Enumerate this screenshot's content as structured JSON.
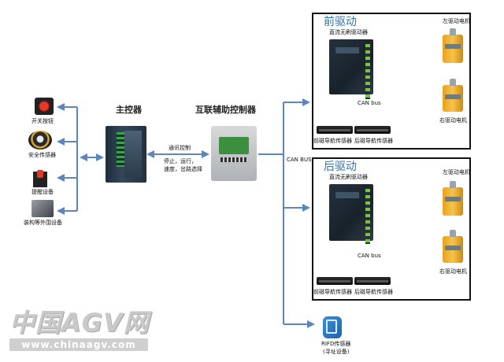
{
  "main_controller": {
    "title": "主控器"
  },
  "hub": {
    "title": "互联辅助控制器"
  },
  "comm": {
    "label": "通讯控制",
    "desc_line1": "停止，运行，",
    "desc_line2": "速度，岔路选择"
  },
  "can_bus_main": "CAN BUS",
  "inputs": {
    "estop": "开关按钮",
    "safety": "安全传感器",
    "alarm": "提醒设备",
    "periph": "装构等外围设备"
  },
  "front": {
    "title": "前驱动",
    "driver": "直流无刷驱动器",
    "can_bus": "CAN bus",
    "sensor_front": "前磁导航传感器",
    "sensor_rear": "后磁导航传感器",
    "motor_left": "左驱动电机",
    "motor_right": "右驱动电机"
  },
  "rear": {
    "title": "后驱动",
    "driver": "直流无刷驱动器",
    "can_bus": "CAN bus",
    "sensor_front": "前磁导航传感器",
    "sensor_rear": "后磁导航传感器",
    "motor_left": "左驱动电机",
    "motor_right": "右驱动电机"
  },
  "rfid": {
    "line1": "RIFD传感器",
    "line2": "(寻址设备)"
  },
  "watermark": {
    "main": "中国AGV网",
    "url": "www.chinaagv.com"
  },
  "colors": {
    "arrow": "#5b86c0",
    "drive_title": "#2e75b6",
    "frame": "#111111"
  }
}
